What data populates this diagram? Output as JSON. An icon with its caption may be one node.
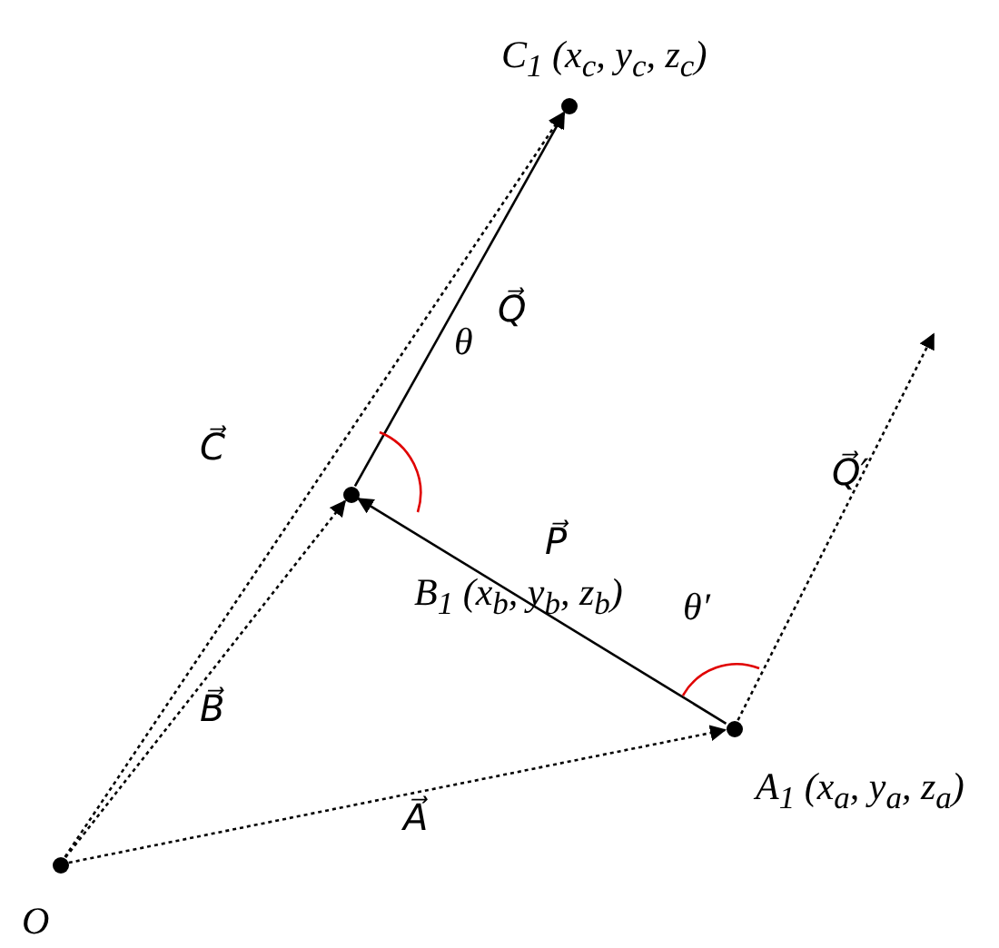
{
  "diagram": {
    "nodes": [
      {
        "text": [
          "O"
        ]
      },
      {
        "text": [
          "A$_{1}$ (x$_{a}$, y$_{a}$, z$_{a}$)"
        ]
      },
      {
        "text": [
          "B$_{1}$ (x$_{b}$, y$_{b}$, z$_{b}$)"
        ]
      },
      {
        "text": [
          "C$_{1}$ (x$_{c}$, y$_{c}$, z$_{c}$)"
        ]
      }
    ],
    "edges": [
      {
        "from": 0,
        "to": 1,
        "arrow": "to",
        "label": "A⃗",
        "style": "dashed"
      },
      {
        "from": 0,
        "to": 2,
        "arrow": "to",
        "label": "B⃗",
        "style": "dashed"
      },
      {
        "from": 0,
        "to": 3,
        "arrow": "to",
        "label": "C⃗",
        "style": "dashed"
      },
      {
        "from": 1,
        "to": 2,
        "arrow": "to",
        "label": "P⃗"
      },
      {
        "from": 2,
        "to": 3,
        "arrow": "to",
        "label": "Q⃗"
      },
      {
        "from": 1,
        "to": null,
        "arrow": "to",
        "label": "Q⃗′",
        "style": "dashed"
      }
    ],
    "labels": [
      "θ",
      "θ′"
    ]
  }
}
